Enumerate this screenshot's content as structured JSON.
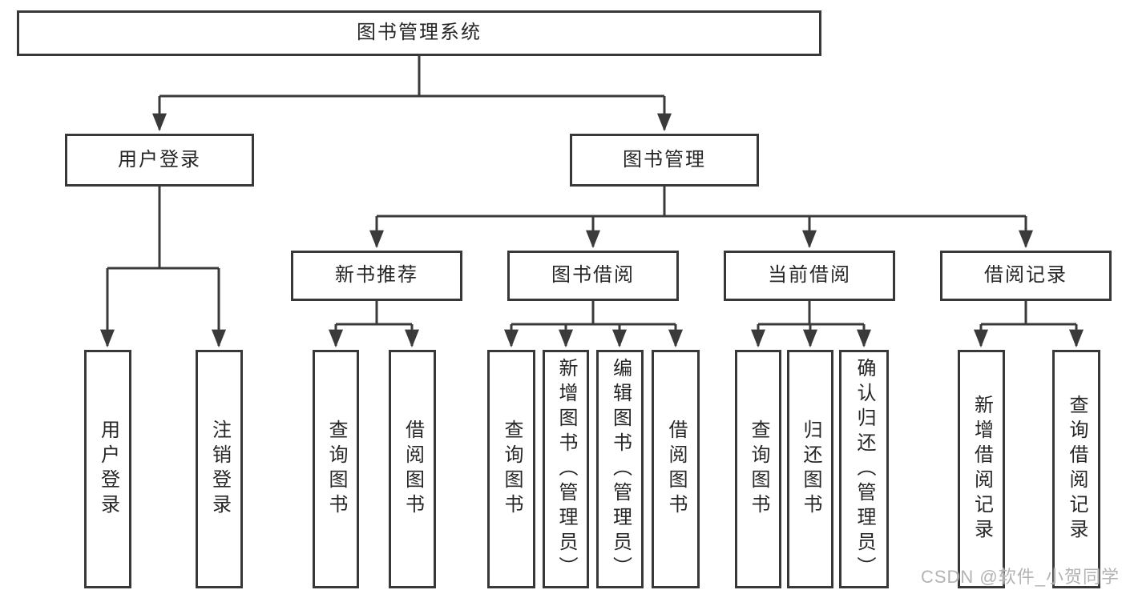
{
  "nodes": {
    "root": "图书管理系统",
    "user_login": "用户登录",
    "book_mgmt": "图书管理",
    "new_book_rec": "新书推荐",
    "book_borrow": "图书借阅",
    "current_borrow": "当前借阅",
    "borrow_record": "借阅记录",
    "leaf_user_login": "用户登录",
    "leaf_logout": "注销登录",
    "leaf_nbr_query": "查询图书",
    "leaf_nbr_borrow": "借阅图书",
    "leaf_bb_query": "查询图书",
    "leaf_bb_add": "新增图书（管理员）",
    "leaf_bb_edit": "编辑图书（管理员）",
    "leaf_bb_borrow": "借阅图书",
    "leaf_cb_query": "查询图书",
    "leaf_cb_return": "归还图书",
    "leaf_cb_confirm": "确认归还（管理员）",
    "leaf_br_add": "新增借阅记录",
    "leaf_br_query": "查询借阅记录"
  },
  "watermark": "CSDN @软件_小贺同学",
  "colors": {
    "line": "#3a3a3a",
    "box_border": "#383838",
    "text": "#262626",
    "watermark": "#b3b3b3",
    "background": "#ffffff"
  }
}
